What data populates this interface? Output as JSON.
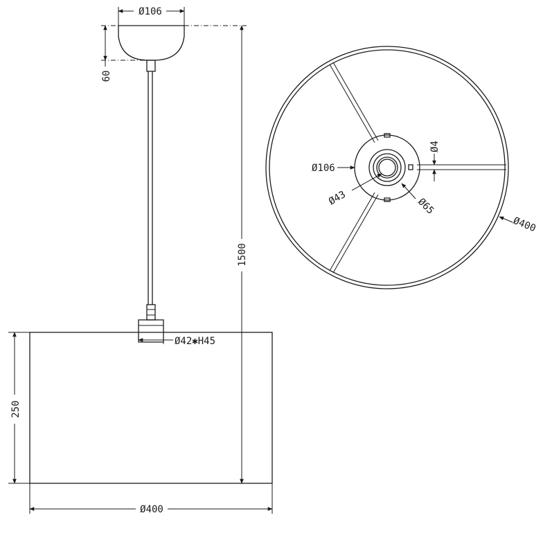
{
  "side_view": {
    "canopy_diameter": "Ø106",
    "canopy_height": "60",
    "total_height": "1500",
    "holder_size": "Ø42✱H45",
    "shade_height": "250",
    "shade_diameter": "Ø400"
  },
  "bottom_view": {
    "canopy_diameter": "Ø106",
    "inner_diameter": "Ø43",
    "ring_diameter": "Ø65",
    "wire_thickness": "Ø4",
    "shade_diameter": "Ø400"
  },
  "colors": {
    "line": "#1a1a1a",
    "background": "#ffffff"
  }
}
